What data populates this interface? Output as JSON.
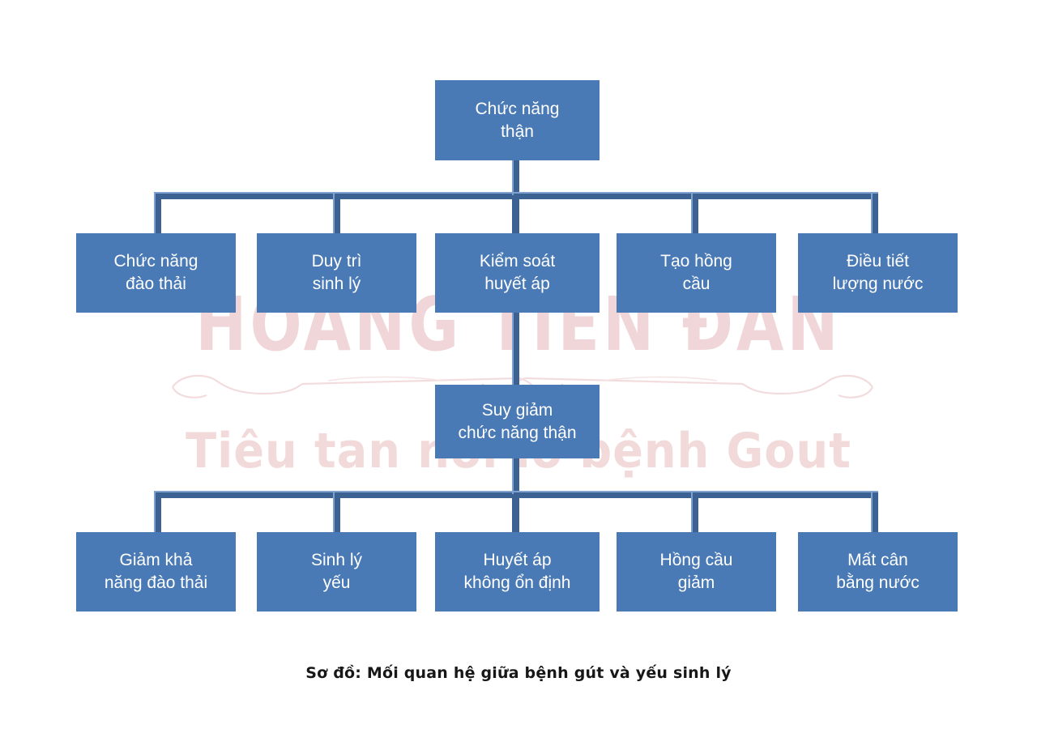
{
  "diagram": {
    "type": "hierarchy-tree",
    "title": "Sơ đồ: Mối quan hệ giữa bệnh gút và yếu sinh lý",
    "accent_box_color": "#4a7ab5",
    "connector_color": "#3b6292",
    "box_text_color": "#ffffff",
    "background_color": "#ffffff",
    "watermark_color": "#f0d6d8",
    "levels": [
      {
        "level": 1,
        "nodes": [
          {
            "id": "root",
            "label": "Chức năng\nthận"
          }
        ]
      },
      {
        "level": 2,
        "nodes": [
          {
            "id": "l2-1",
            "label": "Chức năng\nđào thải"
          },
          {
            "id": "l2-2",
            "label": "Duy trì\nsinh lý"
          },
          {
            "id": "l2-3",
            "label": "Kiểm soát\nhuyết áp"
          },
          {
            "id": "l2-4",
            "label": "Tạo hồng\ncầu"
          },
          {
            "id": "l2-5",
            "label": "Điều tiết\nlượng nước"
          }
        ]
      },
      {
        "level": 3,
        "nodes": [
          {
            "id": "mid",
            "label": "Suy giảm\nchức năng thận"
          }
        ]
      },
      {
        "level": 4,
        "nodes": [
          {
            "id": "l4-1",
            "label": "Giảm khả\nnăng đào thải"
          },
          {
            "id": "l4-2",
            "label": "Sinh lý\nyếu"
          },
          {
            "id": "l4-3",
            "label": "Huyết áp\nkhông ổn định"
          },
          {
            "id": "l4-4",
            "label": "Hồng cầu\ngiảm"
          },
          {
            "id": "l4-5",
            "label": "Mất cân\nbằng nước"
          }
        ]
      }
    ]
  },
  "watermark": {
    "line1": "HOÀNG TIÊN ĐAN",
    "line2": "Tiêu tan nỗi lo bệnh Gout",
    "ornament_name": "decorative-flourish-ornament"
  },
  "caption": {
    "text": "Sơ đồ: Mối quan hệ giữa bệnh gút và yếu sinh lý"
  }
}
